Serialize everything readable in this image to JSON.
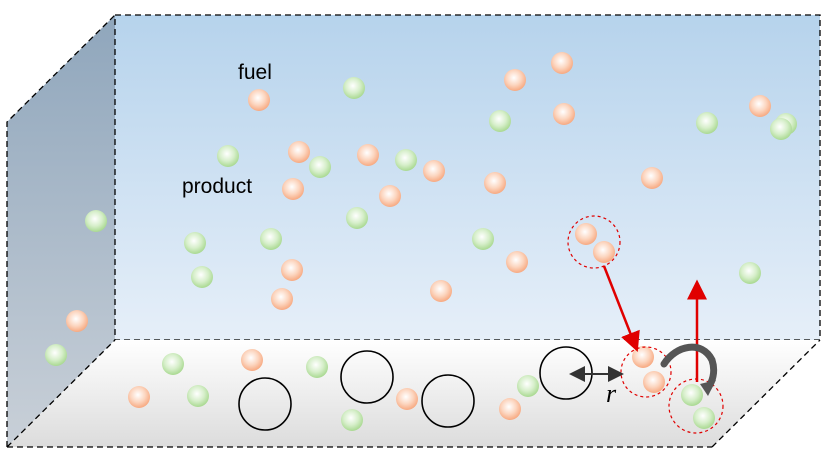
{
  "labels": {
    "fuel": "fuel",
    "product": "product",
    "distance": "r"
  },
  "colors": {
    "fuel": "#f7a981",
    "product": "#a9d991",
    "reaction_path": "#e00000",
    "back_wall_top": "#b6d3ec",
    "back_wall_bottom": "#e6eff9",
    "side_wall_top": "#8fa6bc",
    "side_wall_bottom": "#c9d0d8",
    "floor": "#dcdcdc"
  },
  "particle_types": [
    "fuel",
    "product"
  ],
  "surface_sites": {
    "count": 4,
    "shape": "circle",
    "fill": "none"
  },
  "reaction_events": [
    {
      "name": "adsorption",
      "arrow": "red-arrow-down"
    },
    {
      "name": "surface-reaction",
      "arrow": "curved-arrow"
    },
    {
      "name": "desorption",
      "arrow": "red-arrow-up"
    }
  ]
}
